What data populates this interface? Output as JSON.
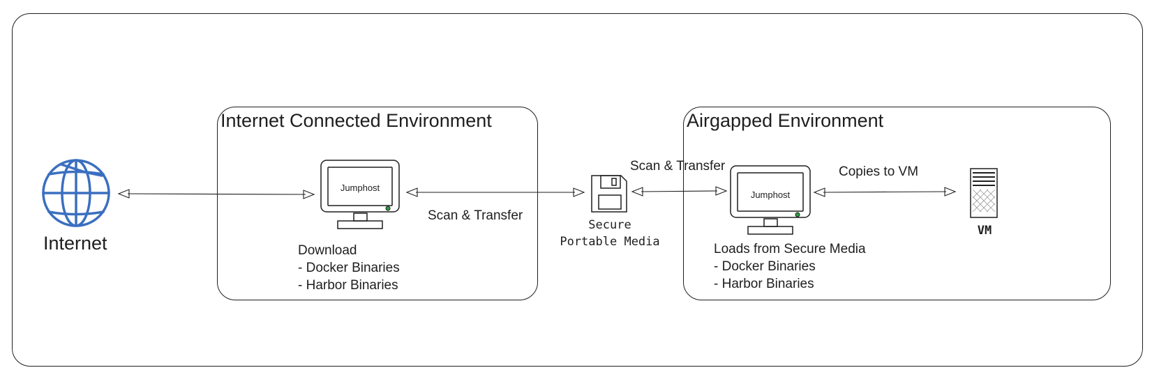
{
  "internet": {
    "label": "Internet"
  },
  "connected_env": {
    "title": "Internet Connected Environment",
    "jumphost_label": "Jumphost",
    "download_heading": "Download",
    "items": [
      "- Docker Binaries",
      "- Harbor Binaries"
    ]
  },
  "airgapped_env": {
    "title": "Airgapped Environment",
    "jumphost_label": "Jumphost",
    "loads_heading": "Loads from Secure Media",
    "items": [
      "- Docker Binaries",
      "- Harbor Binaries"
    ]
  },
  "media": {
    "line1": "Secure",
    "line2": "Portable Media"
  },
  "vm": {
    "label": "VM"
  },
  "edges": {
    "transfer_left": "Scan & Transfer",
    "transfer_right": "Scan & Transfer",
    "copies": "Copies to VM"
  },
  "colors": {
    "stroke": "#1e1e1e",
    "globe": "#3b6fc0",
    "led": "#2f9e44"
  }
}
